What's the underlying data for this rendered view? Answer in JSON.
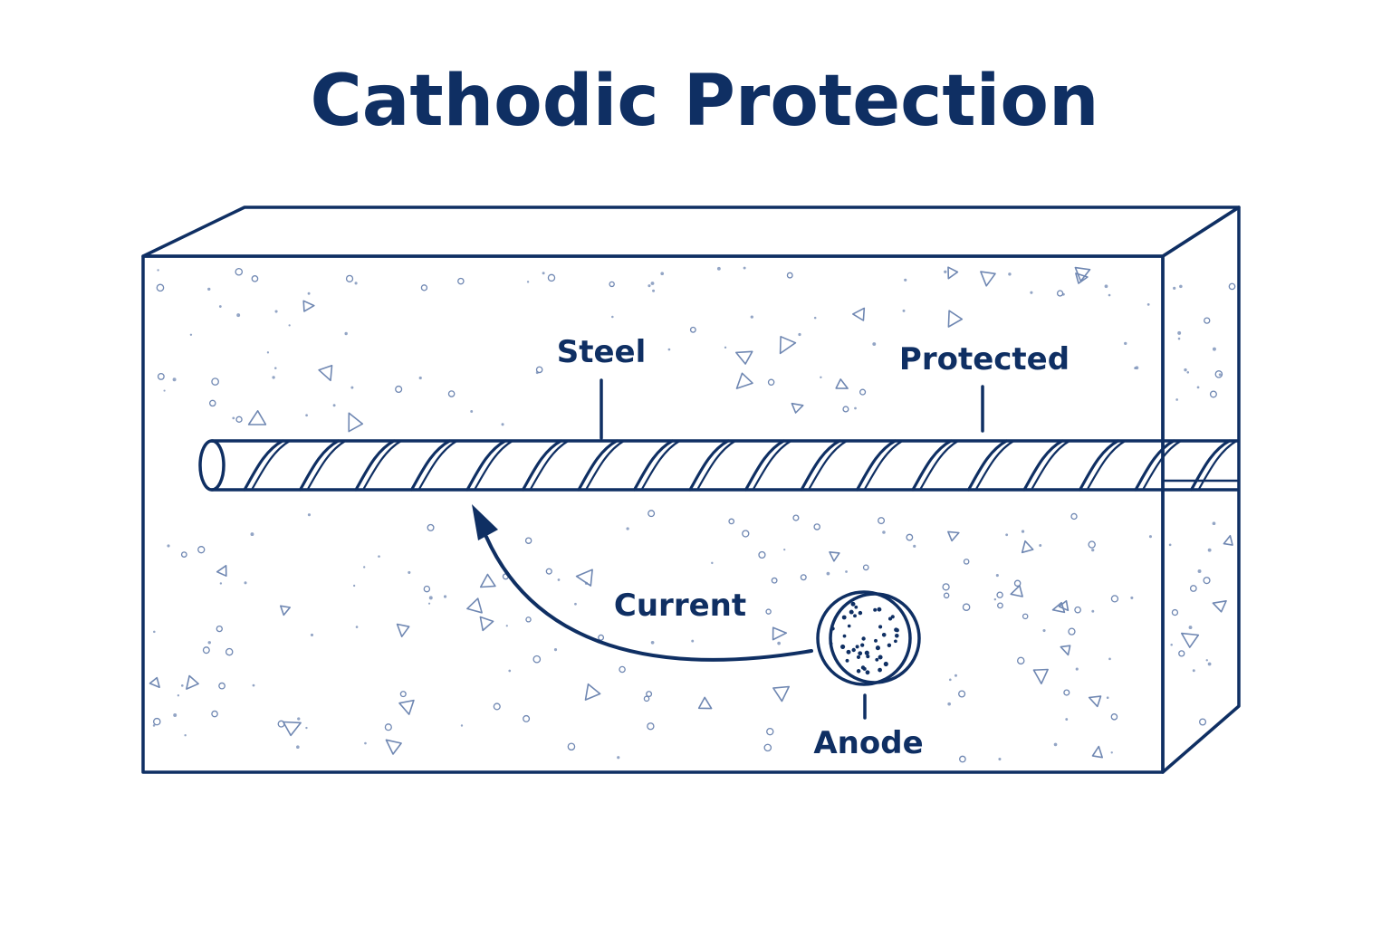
{
  "title": "Cathodic Protection",
  "labels": {
    "steel": "Steel",
    "protected": "Protected",
    "current": "Current",
    "anode": "Anode"
  },
  "colors": {
    "ink": "#0f2f63",
    "speckle": "#6f87b2",
    "background": "#ffffff"
  },
  "icons": {
    "anode": "porous-disc-icon",
    "current_arrow": "curved-arrow-icon"
  }
}
